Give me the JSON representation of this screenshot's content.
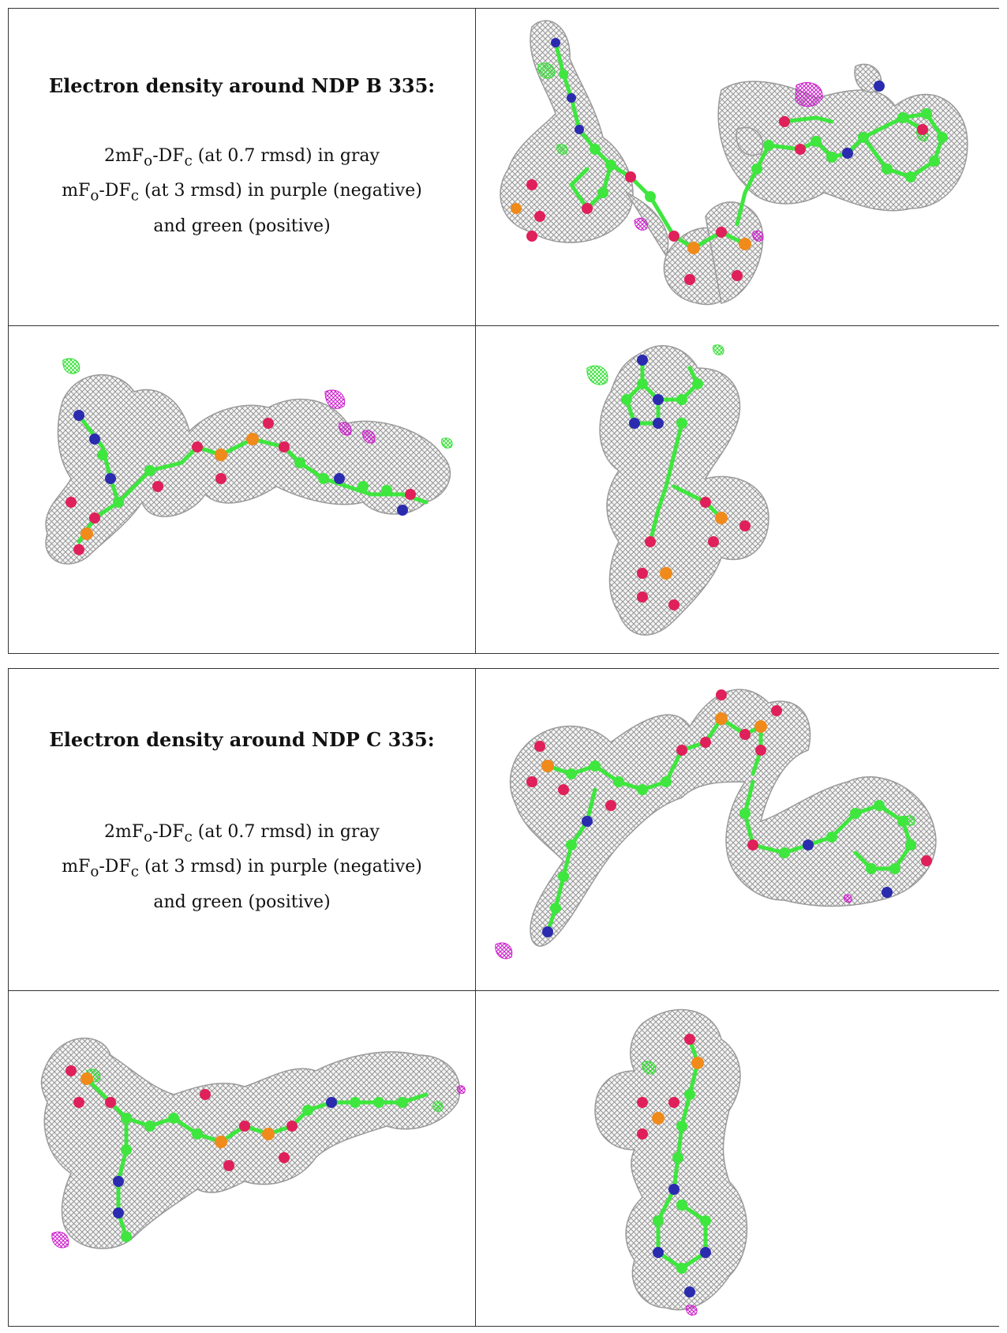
{
  "panels": [
    {
      "heading": "Electron density around NDP B 335:",
      "legend": {
        "line1_a": "2mF",
        "line1_sub_o": "o",
        "line1_b": "-DF",
        "line1_sub_c": "c",
        "line1_c": " (at 0.7 rmsd) in gray",
        "line2_a": "mF",
        "line2_sub_o": "o",
        "line2_b": "-DF",
        "line2_sub_c": "c",
        "line2_c": " (at 3 rmsd) in purple (negative)",
        "line3": "and green (positive)"
      }
    },
    {
      "heading": "Electron density around NDP C 335:",
      "legend": {
        "line1_a": "2mF",
        "line1_sub_o": "o",
        "line1_b": "-DF",
        "line1_sub_c": "c",
        "line1_c": " (at 0.7 rmsd) in gray",
        "line2_a": "mF",
        "line2_sub_o": "o",
        "line2_b": "-DF",
        "line2_sub_c": "c",
        "line2_c": " (at 3 rmsd) in purple (negative)",
        "line3": "and green (positive)"
      }
    }
  ],
  "colors": {
    "mesh": "#8c8c8c",
    "carbon": "#3ee63e",
    "nitrogen": "#2b2bb0",
    "oxygen": "#e0205a",
    "phosphorus": "#f08a1a",
    "negative": "#cc1fcc",
    "positive": "#33dd33"
  }
}
